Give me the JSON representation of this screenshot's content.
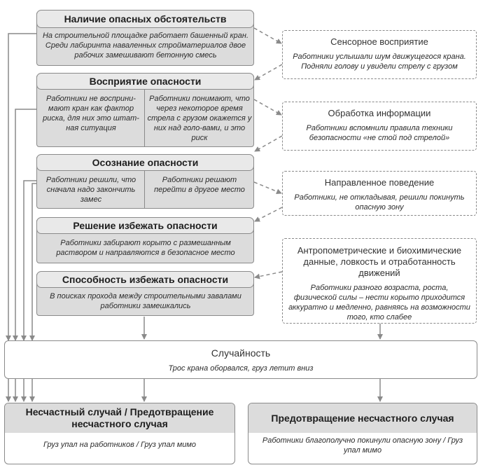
{
  "left": {
    "hazards": {
      "title": "Наличие опасных обстоятельств",
      "text": "На строительной площадке работает башенный кран. Среди лабиринта наваленных стройматериалов двое рабочих замешивают бетонную смесь"
    },
    "perception": {
      "title": "Восприятие опасности",
      "text_left": "Работники не восприни-мают кран как фактор риска, для них это штат-ная ситуация",
      "text_right": "Работники понимают, что через некоторое время стрела с грузом окажется у них над голо-вами, и это риск"
    },
    "awareness": {
      "title": "Осознание опасности",
      "text_left": "Работники решили, что сначала надо закончить замес",
      "text_right": "Работники решают перейти в другое место"
    },
    "decision": {
      "title": "Решение избежать опасности",
      "text": "Работники забирают корыто с размешанным раствором и направляются в безопасное место"
    },
    "ability": {
      "title": "Способность избежать опасности",
      "text": "В поисках прохода между строительными завалами работники замешкались"
    }
  },
  "right": {
    "sensory": {
      "title": "Сенсорное восприятие",
      "text": "Работники услышали шум движущегося крана. Подняли голову и увидели стрелу с грузом"
    },
    "processing": {
      "title": "Обработка информации",
      "text": "Работники вспомнили правила техники безопасности «не стой под стрелой»"
    },
    "behavior": {
      "title": "Направленное поведение",
      "text": "Работники, не откладывая, решили покинуть опасную зону"
    },
    "anthropometric": {
      "title": "Антропометрические и биохимические данные, ловкость и отработанность движений",
      "text": "Работники разного возраста, роста, физической силы – нести корыто приходится аккуратно и медленно, равняясь на возможности того, кто слабее"
    }
  },
  "chance": {
    "title": "Случайность",
    "text": "Трос крана оборвался, груз летит вниз"
  },
  "outcomes": {
    "accident": {
      "title": "Несчастный случай / Предотвращение несчастного случая",
      "text": "Груз упал на работников / Груз упал мимо"
    },
    "prevention": {
      "title": "Предотвращение несчастного случая",
      "text": "Работники благополучно покинули опасную зону / Груз упал мимо"
    }
  }
}
